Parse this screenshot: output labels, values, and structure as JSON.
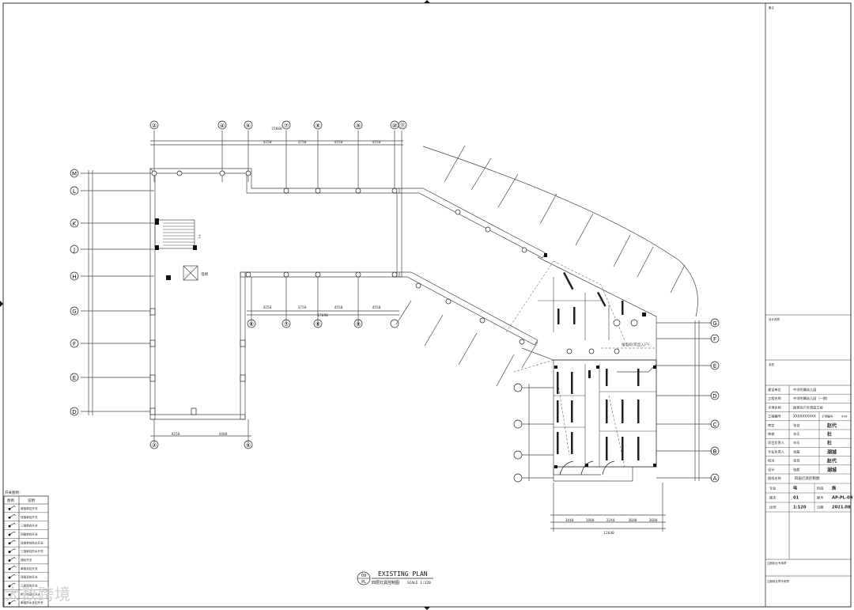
{
  "plan": {
    "title": "EXISTING PLAN",
    "subtitle": "四层灯具控制图",
    "scale": "SCALE 1:120",
    "badge_top": "09",
    "badge_bottom": "PL"
  },
  "grid": {
    "top": [
      "②",
      "④",
      "⑥",
      "⑦",
      "⑧",
      "⑨",
      "⑩",
      "⑪"
    ],
    "left": [
      "M",
      "L",
      "K",
      "J",
      "H",
      "G",
      "F",
      "E",
      "D"
    ],
    "right": [
      "G",
      "F",
      "E",
      "D",
      "C",
      "B",
      "A"
    ],
    "mid": [
      "⑥",
      "⑦",
      "⑧",
      "⑨"
    ],
    "bottom": [
      "②",
      "⑥"
    ]
  },
  "dims": {
    "top_total": "27660",
    "top_segments": [
      "4250",
      "3750",
      "4550",
      "4550"
    ],
    "mid_total": "17690",
    "mid_segments": [
      "4250",
      "3750",
      "4550",
      "4550"
    ],
    "bottom_segments": [
      "4250",
      "4400"
    ],
    "bottom_right_total": "12640",
    "bottom_right_segments": [
      "3440",
      "1800",
      "3240",
      "3600",
      "3600"
    ]
  },
  "labels": {
    "stair_up": "上",
    "elevator": "电梯",
    "room_note": "强电间(可出入户)"
  },
  "title_block": {
    "top_note": "备注",
    "stamp_note": "设计资质",
    "seal_note": "会签",
    "rows": [
      {
        "label": "建设单位",
        "value": "中学附属幼儿园"
      },
      {
        "label": "工程名称",
        "value": "中学附属幼儿园（一期）"
      },
      {
        "label": "子项名称",
        "value": "园舍及户外改造工程"
      },
      {
        "label": "工程编号",
        "value": "XXXXXXXXXX",
        "extra_label": "子项编号",
        "extra_value": "XXX"
      },
      {
        "label": "审定",
        "value": "张自",
        "sign": "赵代"
      },
      {
        "label": "审核",
        "value": "辛乐",
        "sign": "杜"
      },
      {
        "label": "项目负责人",
        "value": "辛乐",
        "sign": "杜"
      },
      {
        "label": "专业负责人",
        "value": "张超",
        "sign": "湖城"
      },
      {
        "label": "校对",
        "value": "张自",
        "sign": "赵代"
      },
      {
        "label": "设计",
        "value": "张超",
        "sign": "湖城"
      }
    ],
    "drawing_name_label": "图纸名称",
    "drawing_name": "四层灯具控制图",
    "info": [
      {
        "label": "专业",
        "value": "电",
        "label2": "阶段",
        "value2": "施"
      },
      {
        "label": "版次",
        "value": "01",
        "label2": "图号",
        "value2": "AP-PL-09"
      },
      {
        "label": "比例",
        "value": "1:120",
        "label2": "日期",
        "value2": "2021.08"
      }
    ],
    "foot_1": "注册执业专用章",
    "foot_2": "注册执业章专用章"
  },
  "legend": {
    "title": "开关图例：",
    "head_icon": "图例",
    "head_desc": "说明",
    "items": [
      "单极单控开关",
      "双极单控开关",
      "三极单控开关",
      "四极单控开关",
      "双极单控防水开关",
      "三极单控防水开关",
      "调光开关",
      "单极双控开关",
      "双极双控开关",
      "三极双控开关",
      "带人体感应开关",
      "单极防水多控开关"
    ]
  },
  "watermark": "大数跨境"
}
